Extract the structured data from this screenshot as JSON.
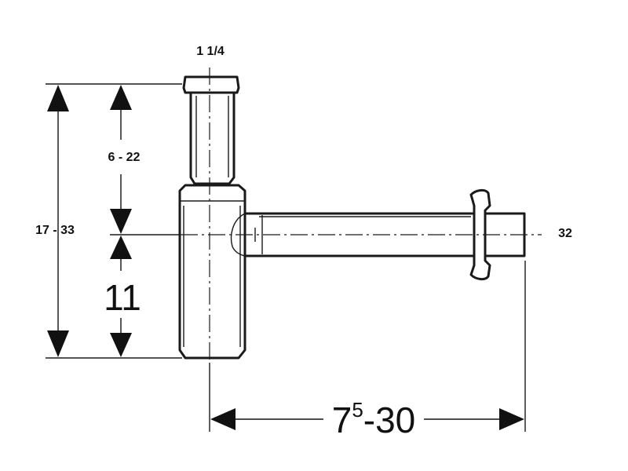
{
  "dimensions": {
    "top_connection": "1 1/4",
    "adjust_upper": "6 - 22",
    "total_height": "17 - 33",
    "base_height": "11",
    "outlet_diameter": "32",
    "horizontal_reach_main": "7",
    "horizontal_reach_sup": "5",
    "horizontal_reach_rest": "-30"
  },
  "colors": {
    "line": "#1a1a1a",
    "background": "#ffffff"
  }
}
